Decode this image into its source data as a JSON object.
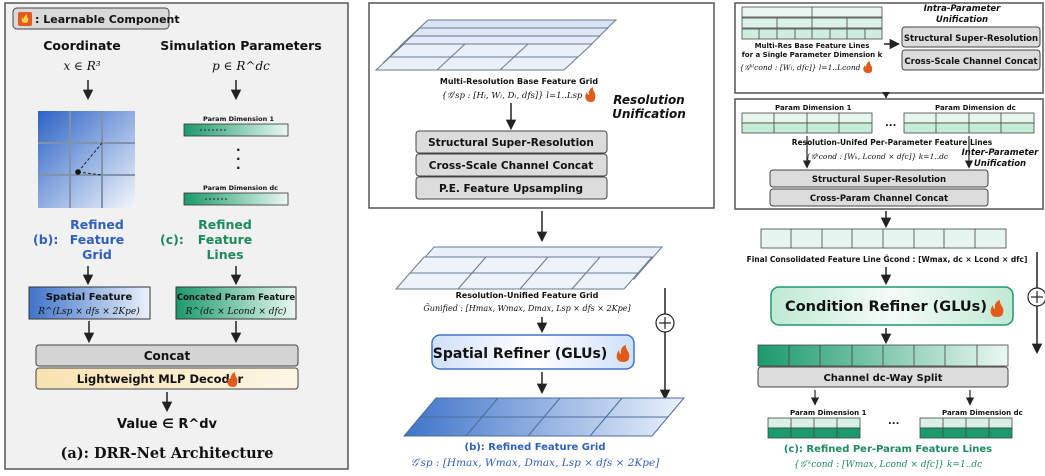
{
  "legend": {
    "label": ": Learnable Component"
  },
  "panel_a": {
    "coord_title": "Coordinate",
    "coord_math": "x ∈ R³",
    "sim_title": "Simulation Parameters",
    "sim_math": "p ∈ R^dc",
    "param_dim_1": "Param Dimension 1",
    "param_dim_dc": "Param Dimension dc",
    "grid_label_tag": "(b):",
    "grid_label": [
      "Refined",
      "Feature",
      "Grid"
    ],
    "lines_label_tag": "(c):",
    "lines_label": [
      "Refined",
      "Feature",
      "Lines"
    ],
    "spatial_feature": "Spatial Feature",
    "spatial_math": "R^(Lsp × dfs × 2Kpe)",
    "concat_param": "Concated Param Feature",
    "concat_param_math": "R^(dc × Lcond × dfc)",
    "concat": "Concat",
    "decoder": "Lightweight MLP Decoder",
    "value": "Value ∈ R^dv",
    "caption": "(a): DRR-Net Architecture"
  },
  "panel_b": {
    "base_grid_title": "Multi-Resolution Base Feature Grid",
    "base_grid_math": "{𝒢ˡsp : [Hₗ, Wₗ, Dₗ, dfs]} l=1..Lsp",
    "res_unif": [
      "Resolution",
      "Unification"
    ],
    "ssr": "Structural Super-Resolution",
    "cscc": "Cross-Scale Channel Concat",
    "pe": "P.E. Feature Upsampling",
    "unified_title": "Resolution-Unified Feature Grid",
    "unified_math": "Ĝunified : [Hmax, Wmax, Dmax, Lsp × dfs × 2Kpe]",
    "refiner": "Spatial Refiner (GLUs)",
    "caption": "(b): Refined Feature Grid",
    "caption_math": "𝒢′sp : [Hmax, Wmax, Dmax, Lsp × dfs × 2Kpe]"
  },
  "panel_c": {
    "intra": [
      "Intra-Parameter",
      "Unification"
    ],
    "multi_res": [
      "Multi-Res Base Feature Lines",
      "for a Single Parameter Dimension k"
    ],
    "multi_res_math": "{𝒢ᵏˡcond : [Wₗ, dfc]} l=1..Lcond",
    "ssr": "Structural Super-Resolution",
    "cscc": "Cross-Scale Channel Concat",
    "pd1": "Param Dimension 1",
    "pddc": "Param Dimension dc",
    "ellipsis": "...",
    "unified_title": "Resolution-Unifed Per-Parameter Feature Lines",
    "unified_math": "{𝒢ᵏcond : [Wₖ, Lcond × dfc]} k=1..dc",
    "inter": [
      "Inter-Parameter",
      "Unification"
    ],
    "ssr2": "Structural Super-Resolution",
    "cpcc": "Cross-Param Channel Concat",
    "final_line": "Final Consolidated Feature Line Ĝcond : [Wmax, dc × Lcond × dfc]",
    "refiner": "Condition Refiner (GLUs)",
    "split": "Channel dc-Way Split",
    "caption": "(c): Refined Per-Param Feature Lines",
    "caption_math": "{𝒢′ᵏcond : [Wmax, Lcond × dfc]} k=1..dc"
  }
}
